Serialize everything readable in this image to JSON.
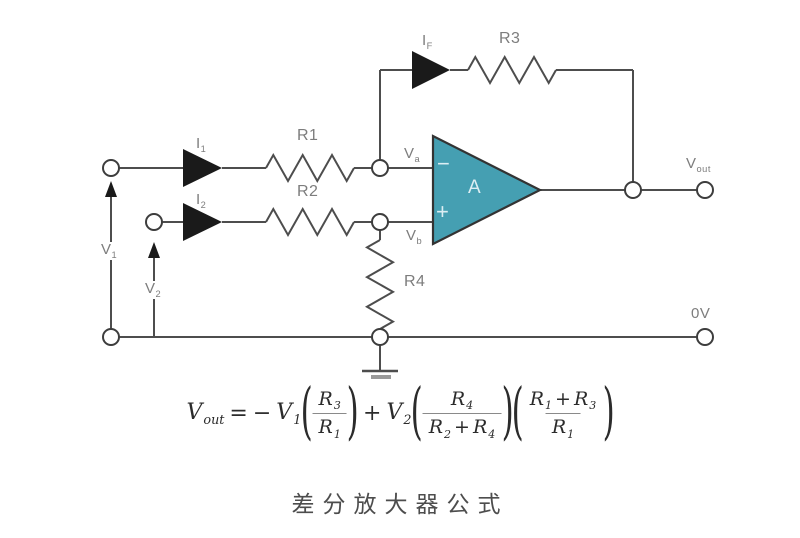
{
  "circuit": {
    "labels": {
      "i1": {
        "base": "I",
        "sub": "1"
      },
      "i2": {
        "base": "I",
        "sub": "2"
      },
      "if": {
        "base": "I",
        "sub": "F"
      },
      "r1": "R1",
      "r2": "R2",
      "r3": "R3",
      "r4": "R4",
      "va": {
        "base": "V",
        "sub": "a"
      },
      "vb": {
        "base": "V",
        "sub": "b"
      },
      "vout": {
        "base": "V",
        "sub": "out"
      },
      "v1": {
        "base": "V",
        "sub": "1"
      },
      "v2": {
        "base": "V",
        "sub": "2"
      },
      "zero_v": "0V",
      "opamp": {
        "gain": "A",
        "minus": "−",
        "plus": "+"
      }
    },
    "colors": {
      "wire": "#4d4d4d",
      "label": "#7d7d7d",
      "arrow": "#1a1a1a",
      "opamp_fill": "#459fb2",
      "opamp_outline": "#333333",
      "opamp_text": "#dceef3"
    }
  },
  "formula": {
    "lhs": {
      "base": "V",
      "sub": "out"
    },
    "equals": "=",
    "minus": "−",
    "plus": "+",
    "lparen": "(",
    "rparen": ")",
    "v1": {
      "base": "V",
      "sub": "1"
    },
    "v2": {
      "base": "V",
      "sub": "2"
    },
    "term1": {
      "num": {
        "base": "R",
        "sub": "3"
      },
      "den": {
        "base": "R",
        "sub": "1"
      }
    },
    "term2": {
      "num": {
        "base": "R",
        "sub": "4"
      },
      "den": {
        "a": {
          "base": "R",
          "sub": "2"
        },
        "op": "+",
        "b": {
          "base": "R",
          "sub": "4"
        }
      }
    },
    "term3": {
      "num": {
        "a": {
          "base": "R",
          "sub": "1"
        },
        "op": "+",
        "b": {
          "base": "R",
          "sub": "3"
        }
      },
      "den": {
        "base": "R",
        "sub": "1"
      }
    }
  },
  "caption": "差分放大器公式"
}
